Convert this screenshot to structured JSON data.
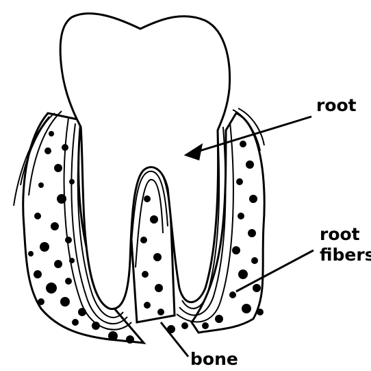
{
  "labels": {
    "root": "root",
    "root_fibers_line1": "root",
    "root_fibers_line2": "fibers",
    "bone": "bone"
  },
  "colors": {
    "ink": "#000000",
    "paper": "#ffffff"
  }
}
